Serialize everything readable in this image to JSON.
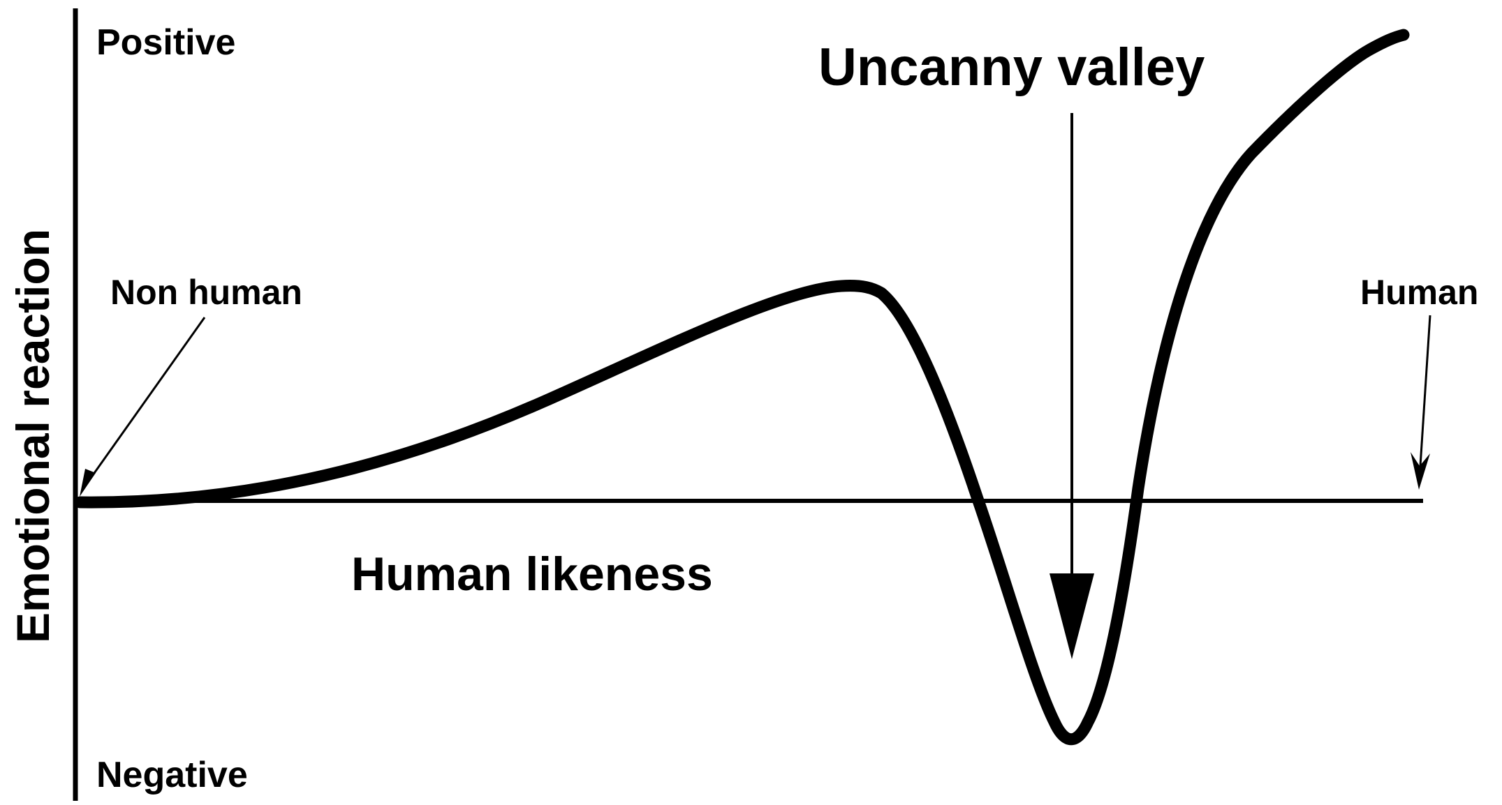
{
  "labels": {
    "positive": "Positive",
    "negative": "Negative",
    "y_axis": "Emotional reaction",
    "x_axis": "Human likeness",
    "non_human": "Non human",
    "human": "Human",
    "uncanny_valley": "Uncanny valley"
  },
  "colors": {
    "ink": "#000000",
    "background": "#ffffff"
  }
}
